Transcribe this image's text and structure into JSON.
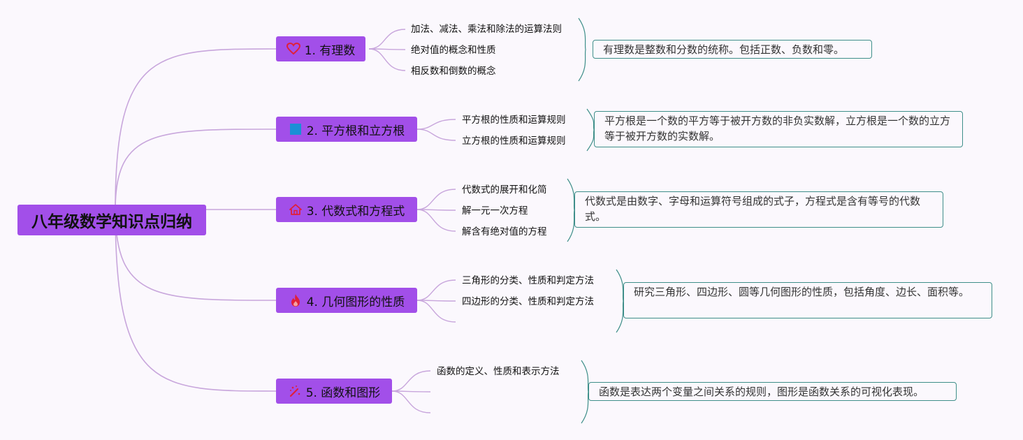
{
  "root": {
    "title": "八年级数学知识点归纳"
  },
  "topics": [
    {
      "label": "1. 有理数",
      "icon": "heart-icon",
      "subs": [
        "加法、减法、乘法和除法的运算法则",
        "绝对值的概念和性质",
        "相反数和倒数的概念"
      ],
      "note": "有理数是整数和分数的统称。包括正数、负数和零。"
    },
    {
      "label": "2. 平方根和立方根",
      "icon": "square-icon",
      "subs": [
        "平方根的性质和运算规则",
        "立方根的性质和运算规则"
      ],
      "note": "平方根是一个数的平方等于被开方数的非负实数解，立方根是一个数的立方等于被开方数的实数解。"
    },
    {
      "label": "3. 代数式和方程式",
      "icon": "house-icon",
      "subs": [
        "代数式的展开和化简",
        "解一元一次方程",
        "解含有绝对值的方程"
      ],
      "note": "代数式是由数字、字母和运算符号组成的式子，方程式是含有等号的代数式。"
    },
    {
      "label": "4. 几何图形的性质",
      "icon": "fire-icon",
      "subs": [
        "三角形的分类、性质和判定方法",
        "四边形的分类、性质和判定方法"
      ],
      "note": "研究三角形、四边形、圆等几何图形的性质，包括角度、边长、面积等。"
    },
    {
      "label": "5. 函数和图形",
      "icon": "wand-icon",
      "subs": [
        "函数的定义、性质和表示方法"
      ],
      "note": "函数是表达两个变量之间关系的规则，图形是函数关系的可视化表现。"
    }
  ],
  "colors": {
    "node_fill": "#a24fe9",
    "link": "#c8a6dc",
    "note_border": "#3f8f8a",
    "icon_red": "#e0203a",
    "icon_blue": "#1b8fd6"
  }
}
